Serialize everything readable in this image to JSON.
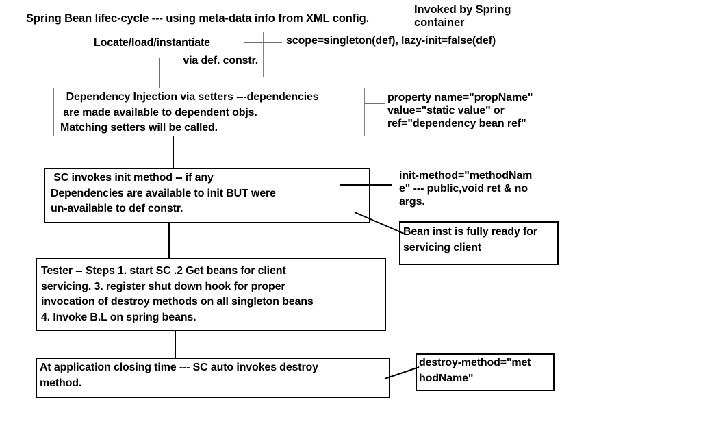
{
  "diagram": {
    "title": "Spring Bean lifec-cycle --- using meta-data info from XML config.",
    "top_right_note": "Invoked by Spring\ncontainer",
    "boxes": [
      {
        "id": "locate-load-instantiate",
        "line1": "Locate/load/instantiate",
        "line2": "via def. constr."
      },
      {
        "id": "dependency-injection",
        "text": "  Dependency Injection via setters ---dependencies\n are made available to dependent objs.\nMatching setters will be called."
      },
      {
        "id": "init-method",
        "text": " SC invokes init method -- if any\nDependencies are available to init BUT were\nun-available to def constr."
      },
      {
        "id": "bean-ready",
        "text": "Bean inst is fully ready for\nservicing client"
      },
      {
        "id": "tester-steps",
        "text": "Tester -- Steps 1. start SC .2 Get beans for client\nservicing. 3. register shut down hook for proper\ninvocation of destroy methods on all singleton beans\n4. Invoke B.L on spring beans."
      },
      {
        "id": "app-closing",
        "text": "At application closing time --- SC auto invokes destroy\nmethod."
      },
      {
        "id": "destroy-method-note-box",
        "text": "destroy-method=\"met\nhodName\""
      }
    ],
    "annotations": [
      {
        "id": "scope-note",
        "text": "scope=singleton(def), lazy-init=false(def)"
      },
      {
        "id": "property-note",
        "text": "property name=\"propName\"\nvalue=\"static value\" or\nref=\"dependency bean ref\""
      },
      {
        "id": "init-method-note",
        "text": "init-method=\"methodNam\ne\" --- public,void ret & no\nargs."
      }
    ],
    "colors": {
      "ink": "#000000",
      "thin_border": "#808080",
      "background": "#ffffff"
    }
  }
}
